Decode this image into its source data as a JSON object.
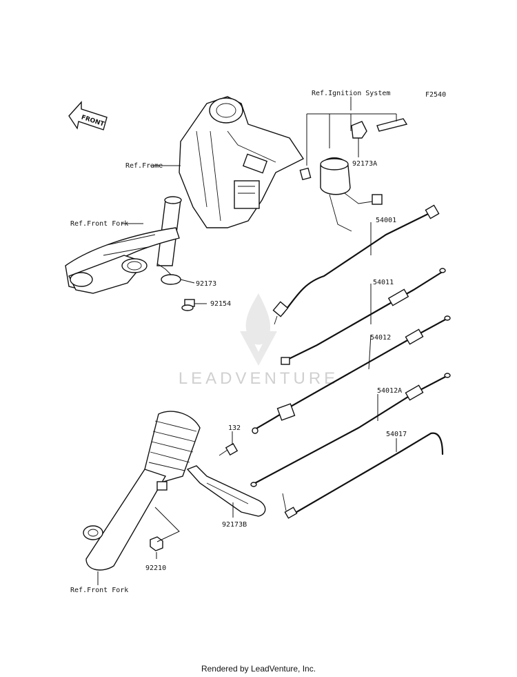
{
  "figure_code": "F2540",
  "front_marker": "FRONT",
  "watermark": "LEADVENTURE",
  "footer": "Rendered by LeadVenture, Inc.",
  "references": {
    "ignition_system": "Ref.Ignition System",
    "frame": "Ref.Frame",
    "front_fork_top": "Ref.Front Fork",
    "front_fork_bottom": "Ref.Front Fork"
  },
  "parts": {
    "p92173A": "92173A",
    "p54001": "54001",
    "p54011": "54011",
    "p92173": "92173",
    "p92154": "92154",
    "p54012": "54012",
    "p54012A": "54012A",
    "p132": "132",
    "p54017": "54017",
    "p92173B": "92173B",
    "p92210": "92210"
  }
}
